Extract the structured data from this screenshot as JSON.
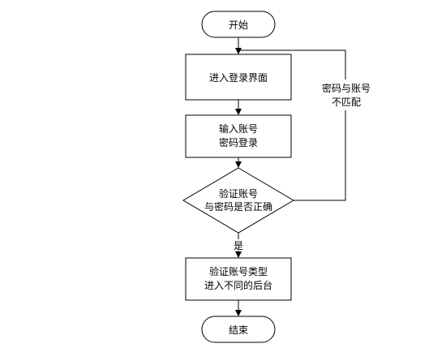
{
  "nodes": {
    "start": "开始",
    "login_screen": "进入登录界面",
    "input_line1": "输入账号",
    "input_line2": "密码登录",
    "verify_line1": "验证账号",
    "verify_line2": "与密码是否正确",
    "type_line1": "验证账号类型",
    "type_line2": "进入不同的后台",
    "end": "结束"
  },
  "edges": {
    "yes_label": "是",
    "mismatch_line1": "密码与账号",
    "mismatch_line2": "不匹配"
  }
}
